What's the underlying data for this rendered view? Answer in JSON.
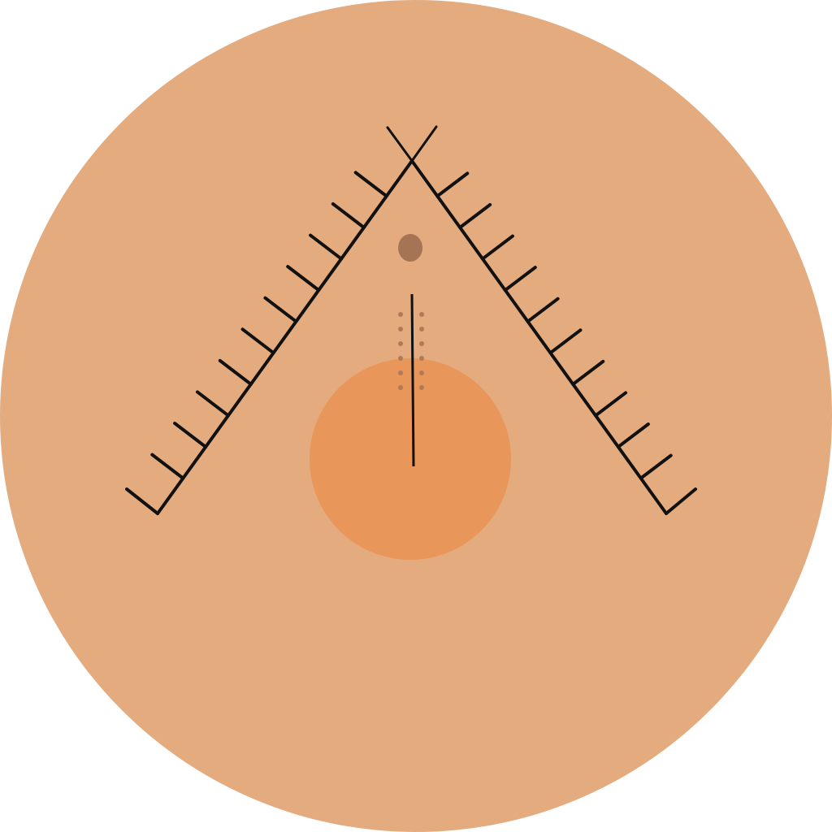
{
  "colors": {
    "background": "#ffffff",
    "skin_disc": "#e4ab7f",
    "highlight_zone": "#e8965a",
    "incision_line": "#111111",
    "suture_dots": "#b07a55",
    "mark_dot": "#a47455",
    "flap_lines": "#111111"
  },
  "icons": {
    "skin": "skin-disc-icon",
    "incision": "vertical-incision-icon",
    "flap": "chevron-flap-outline-icon",
    "sutures": "suture-dot-icon",
    "mark": "reference-mark-icon"
  },
  "diagram": {
    "left_arm_ticks": 10,
    "right_arm_ticks": 10,
    "suture_rows": 6,
    "suture_columns": 2
  }
}
